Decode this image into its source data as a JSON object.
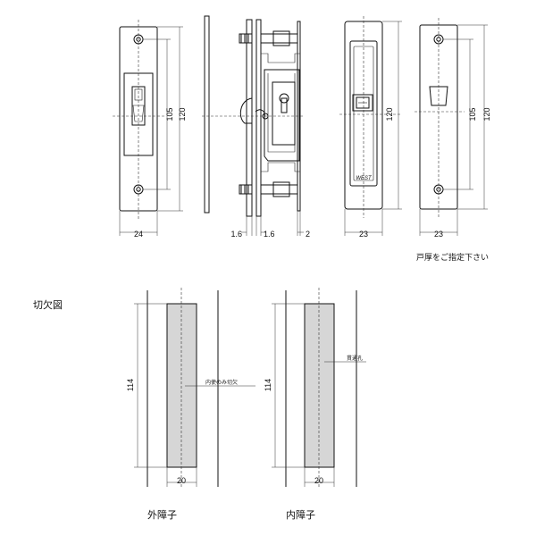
{
  "dimensions": {
    "d105": "105",
    "d120": "120",
    "d24": "24",
    "d1_6a": "1.6",
    "d1_6b": "1.6",
    "d2": "2",
    "d23a": "23",
    "d23b": "23",
    "d114a": "114",
    "d114b": "114",
    "d20a": "20",
    "d20b": "20"
  },
  "notes": {
    "door_thickness": "戸厚をご指定下さい",
    "cutout_title": "切欠図",
    "outer_only": "内使のみ切欠",
    "through_hole": "貫通孔",
    "brand": "WEST"
  },
  "labels": {
    "outer_panel": "外障子",
    "inner_panel": "内障子"
  },
  "colors": {
    "cutout_fill": "#d6d6d6",
    "line": "#111111"
  }
}
